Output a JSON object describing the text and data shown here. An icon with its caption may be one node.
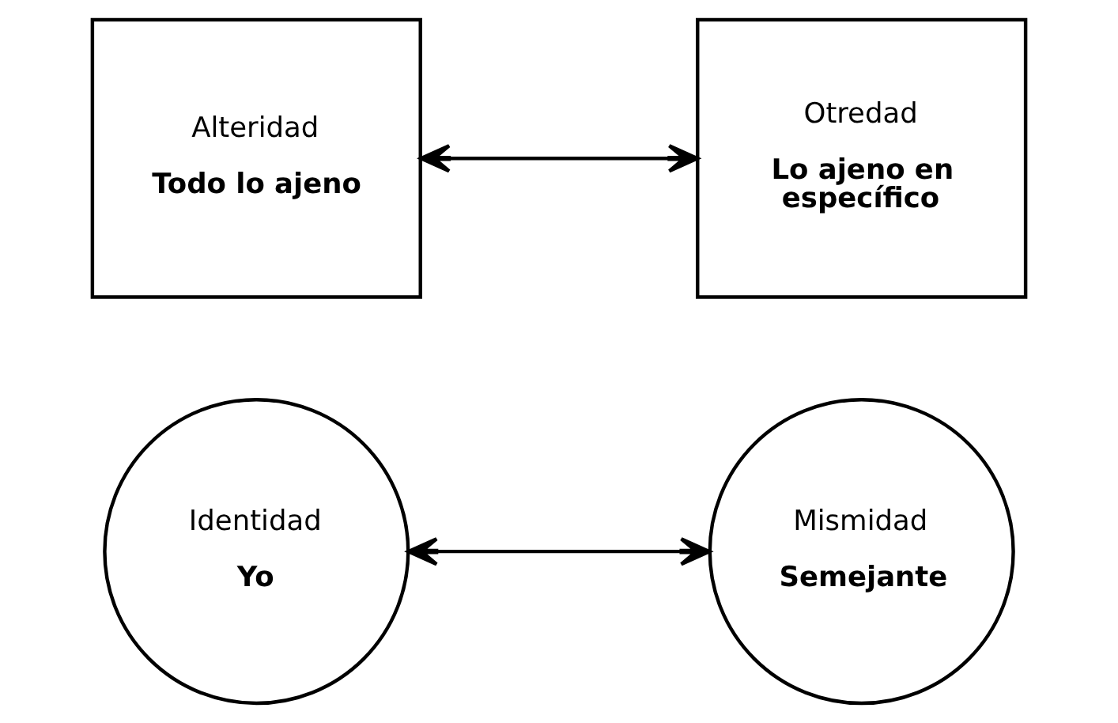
{
  "diagram": {
    "nodes": [
      {
        "text": [
          "Identidad",
          "Yo"
        ]
      },
      {
        "text": [
          "Mismidad",
          "Semejante"
        ]
      },
      {
        "text": [
          "Alteridad",
          "Todo lo ajeno"
        ]
      },
      {
        "text": [
          "Otredad",
          "Lo ajeno en específico"
        ]
      }
    ],
    "edges": [
      {
        "from": 0,
        "to": 1,
        "arrow": "both"
      },
      {
        "from": 2,
        "to": 3,
        "arrow": "both"
      }
    ]
  }
}
